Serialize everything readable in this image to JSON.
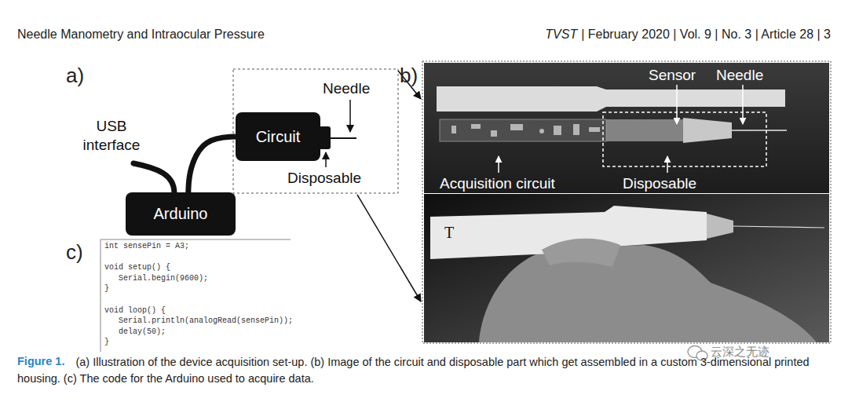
{
  "diagram": {
    "caption": "(a) Illustration of the device acquisition set-up. (b) Image of the circuit and disposable part which get assembled in a custom 3-dimensional printed housing. (c) The code for the Arduino used to acquire data.",
    "nodes": [
      {
        "text": [
          "Circuit"
        ]
      },
      {
        "text": [
          "Arduino"
        ]
      }
    ],
    "edges": [
      {
        "from": 1,
        "to": 0,
        "arrow": "none"
      }
    ],
    "labels": [
      "Needle Manometry and Intraocular Pressure",
      "TVST",
      "| February 2020 | Vol. 9 | No. 3 | Article 28 | 3",
      "a)",
      "USB interface",
      "Needle",
      "Disposable",
      "b)",
      "Sensor",
      "Needle",
      "Acquisition circuit",
      "Disposable",
      "T",
      "c)",
      "int sensePin = A3;",
      "void setup() {",
      "Serial.begin(9600);",
      "}",
      "void loop() {",
      "Serial.println(analogRead(sensePin));",
      "delay(50);",
      "}",
      "Figure 1.",
      "云深之无迹"
    ]
  }
}
